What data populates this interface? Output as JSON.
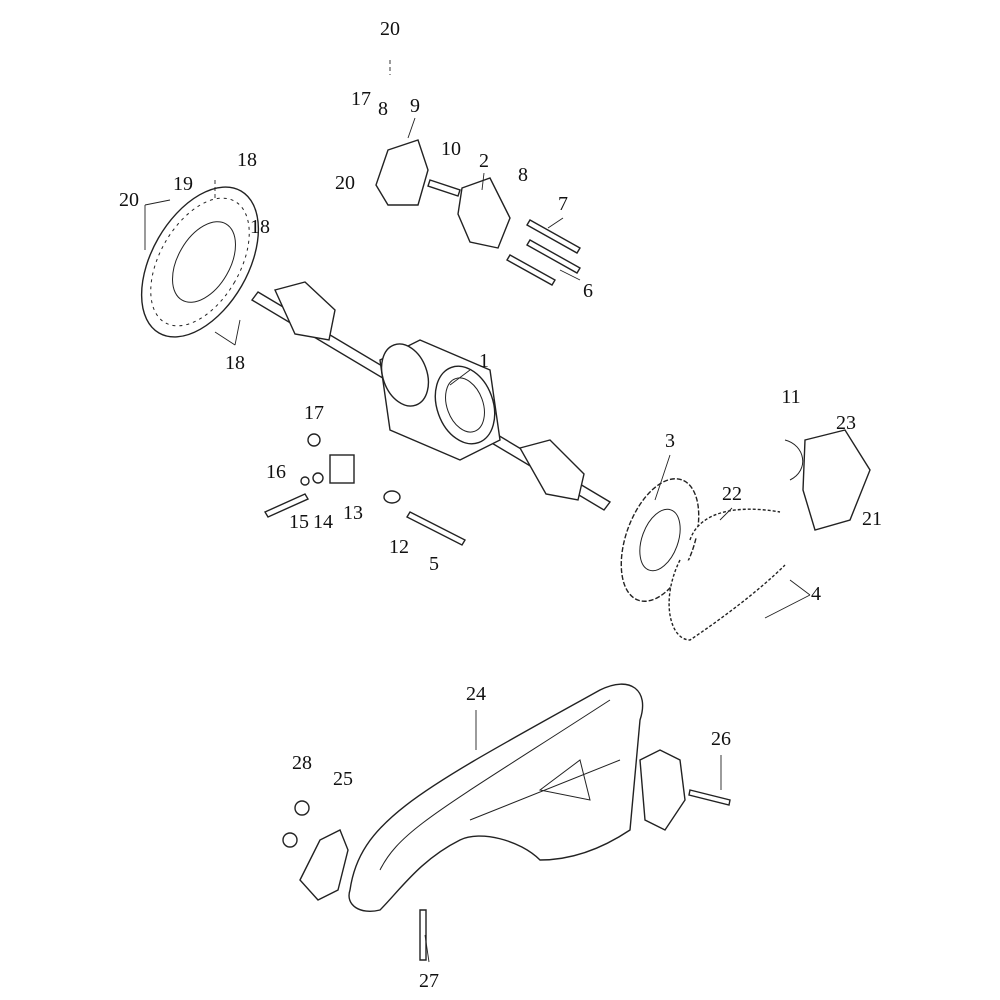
{
  "diagram": {
    "title": "",
    "callouts": [
      "20",
      "17",
      "8",
      "9",
      "10",
      "20",
      "2",
      "8",
      "7",
      "6",
      "18",
      "19",
      "20",
      "18",
      "18",
      "1",
      "17",
      "16",
      "15",
      "14",
      "13",
      "12",
      "5",
      "3",
      "11",
      "23",
      "22",
      "21",
      "4",
      "24",
      "26",
      "28",
      "25",
      "27"
    ]
  }
}
